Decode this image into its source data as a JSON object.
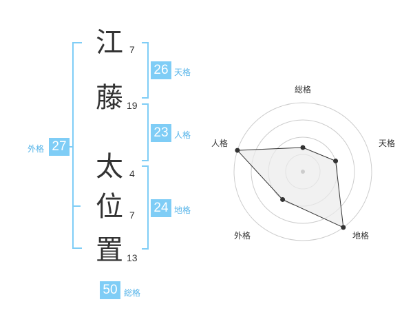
{
  "name_chars": [
    {
      "char": "江",
      "strokes": "7"
    },
    {
      "char": "藤",
      "strokes": "19"
    },
    {
      "char": "太",
      "strokes": "4"
    },
    {
      "char": "位",
      "strokes": "7"
    },
    {
      "char": "置",
      "strokes": "13"
    }
  ],
  "fortunes": {
    "tenkaku": {
      "value": "26",
      "label": "天格"
    },
    "jinkaku": {
      "value": "23",
      "label": "人格"
    },
    "chikaku": {
      "value": "24",
      "label": "地格"
    },
    "gaikaku": {
      "value": "27",
      "label": "外格"
    },
    "soukaku": {
      "value": "50",
      "label": "総格"
    }
  },
  "colors": {
    "accent": "#7fcdf6",
    "label": "#56b4e9",
    "radar_fill": "#ebebeb",
    "grid": "#cccccc",
    "line": "#333333"
  },
  "chart_data": {
    "type": "radar",
    "axes": [
      "総格",
      "天格",
      "地格",
      "外格",
      "人格"
    ],
    "values": [
      1.4,
      2.0,
      4.0,
      2.0,
      4.0
    ],
    "range": [
      0,
      4
    ],
    "rings": 4
  }
}
